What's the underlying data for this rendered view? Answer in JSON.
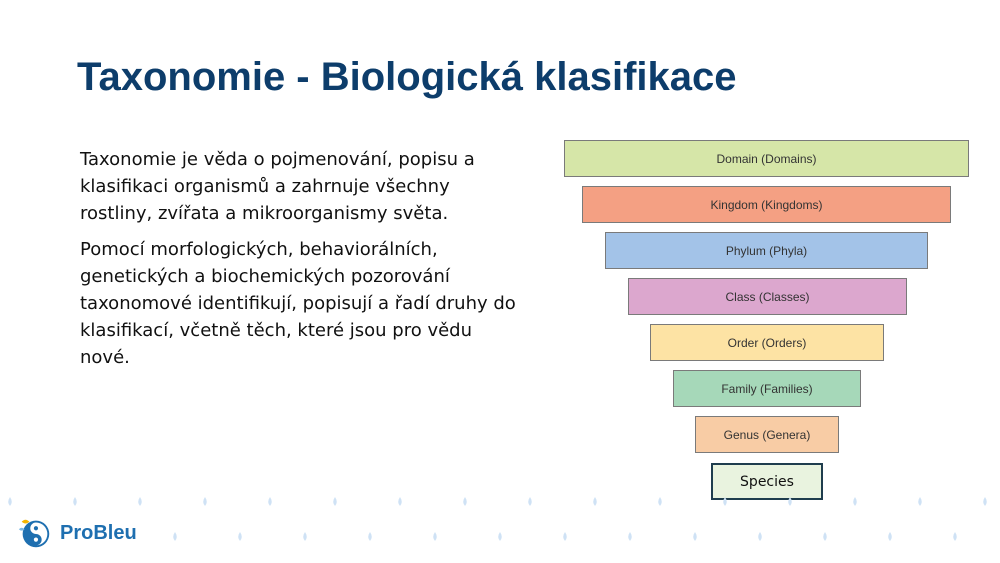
{
  "slide": {
    "title": "Taxonomie - Biologická klasifikace",
    "paragraphs": [
      "Taxonomie je věda o pojmenování, popisu a klasifikaci organismů a zahrnuje všechny rostliny, zvířata a mikroorganismy světa.",
      "Pomocí morfologických, behaviorálních, genetických a biochemických pozorování taxonomové identifikují, popisují a řadí druhy do klasifikací, včetně těch, které jsou pro vědu nové."
    ]
  },
  "pyramid": {
    "tiers": [
      {
        "label": "Domain (Domains)",
        "color": "#d6e6a8"
      },
      {
        "label": "Kingdom (Kingdoms)",
        "color": "#f4a083"
      },
      {
        "label": "Phylum (Phyla)",
        "color": "#a3c3e8"
      },
      {
        "label": "Class (Classes)",
        "color": "#dca7ce"
      },
      {
        "label": "Order (Orders)",
        "color": "#fde3a4"
      },
      {
        "label": "Family (Families)",
        "color": "#a6d8b9"
      },
      {
        "label": "Genus (Genera)",
        "color": "#f8cca5"
      },
      {
        "label": "Species",
        "color": "#e9f3df"
      }
    ]
  },
  "logo": {
    "text": "ProBleu",
    "icon": "probleu-logo-icon",
    "brand_color": "#1e6fb0"
  },
  "colors": {
    "title": "#0d3d6b",
    "dots": "#cfe2f5"
  }
}
